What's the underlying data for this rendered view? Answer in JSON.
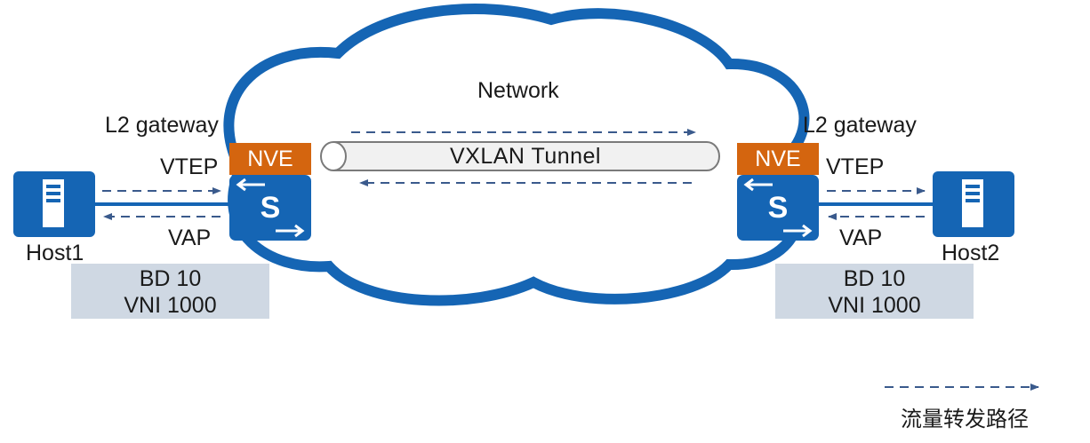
{
  "network": {
    "label": "Network"
  },
  "tunnel": {
    "label": "VXLAN Tunnel"
  },
  "left": {
    "gateway_label": "L2 gateway",
    "nve_label": "NVE",
    "vtep_label": "VTEP",
    "vap_label": "VAP",
    "host_label": "Host1",
    "bd_label": "BD 10",
    "vni_label": "VNI 1000"
  },
  "right": {
    "gateway_label": "L2 gateway",
    "nve_label": "NVE",
    "vtep_label": "VTEP",
    "vap_label": "VAP",
    "host_label": "Host2",
    "bd_label": "BD 10",
    "vni_label": "VNI 1000"
  },
  "switch_glyph": "S",
  "legend": {
    "label": "流量转发路径"
  },
  "colors": {
    "primary_blue": "#1565b4",
    "dash_blue": "#3a5a8c",
    "nve_orange": "#d4650f",
    "bd_box": "#cfd8e3"
  }
}
